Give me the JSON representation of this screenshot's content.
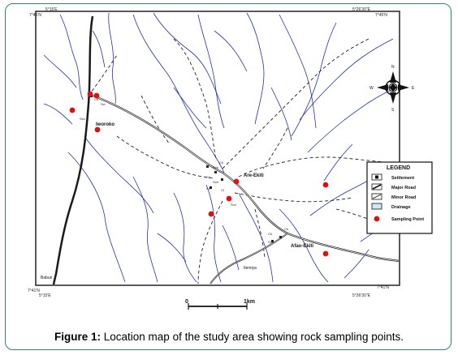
{
  "corners": {
    "top_left_lat": "7°45'N",
    "top_left_lon": "5°15'E",
    "top_right_lat": "7°45'N",
    "top_right_lon": "5°26'30\"E",
    "bottom_left_lat": "7°41'N",
    "bottom_left_lon": "5°15'E",
    "bottom_right_lat": "7°41'N",
    "bottom_right_lon": "5°26'30\"E"
  },
  "places": {
    "iworoko": "Iworoko",
    "are_ekiti": "Are-Ekiti",
    "afao_ekiti": "Afao-Ekiti",
    "ilemiya": "Ilemiya",
    "babun": "Babun"
  },
  "small_labels": {
    "sch": "Sch",
    "ch": "Ch",
    "ct": "Ct",
    "scl": "Scl",
    "grave": "Gr"
  },
  "compass": {
    "n": "N",
    "s": "S",
    "e": "E",
    "w": "W"
  },
  "legend": {
    "title": "LEGEND",
    "items": [
      {
        "label": "Settlement"
      },
      {
        "label": "Major Road"
      },
      {
        "label": "Minor Road"
      },
      {
        "label": "Drainage"
      },
      {
        "label": "Sampling Point"
      }
    ]
  },
  "scale": {
    "start": "0",
    "end": "1km"
  },
  "caption": {
    "label": "Figure 1:",
    "text": " Location map of the study area showing rock sampling points."
  },
  "colors": {
    "drainage": "#2233aa",
    "road": "#1a1a1a",
    "sampling_point": "#dd1111",
    "frame": "#2b8a6e"
  }
}
